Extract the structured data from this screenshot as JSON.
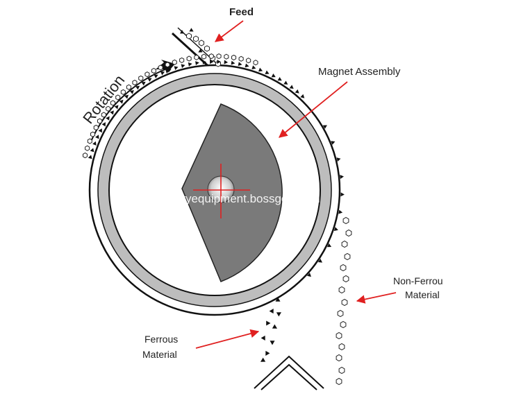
{
  "labels": {
    "feed": "Feed",
    "magnet_assembly": "Magnet Assembly",
    "rotation": "Rotation",
    "non_ferrous_line1": "Non-Ferrou",
    "non_ferrous_line2": "Material",
    "ferrous_line1": "Ferrous",
    "ferrous_line2": "Material"
  },
  "watermark": "avyequipment.bossgoo.com",
  "colors": {
    "pointer_arrow": "#e02020",
    "crosshair": "#e02020",
    "magnet_fill": "#7a7a7a",
    "shell_band": "#bdbdbd",
    "outline": "#111111"
  }
}
